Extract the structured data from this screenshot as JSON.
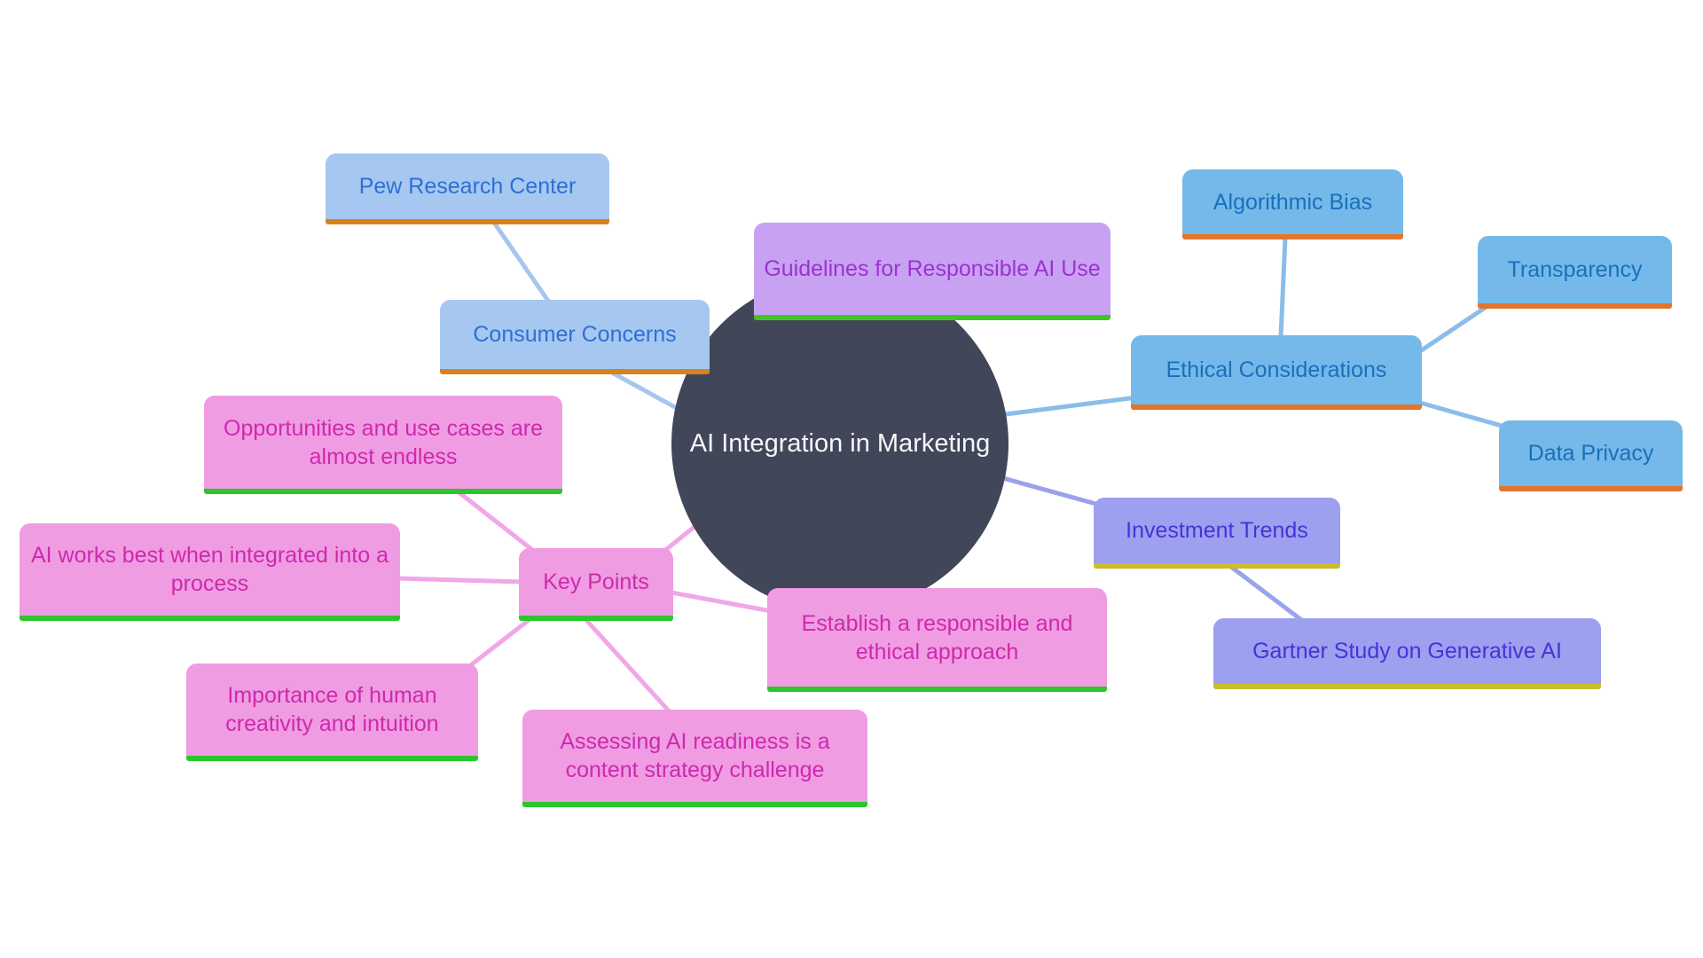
{
  "diagram": {
    "type": "mind-map",
    "center": {
      "label": "AI Integration in Marketing"
    }
  },
  "nodes": {
    "pew": {
      "label": "Pew Research Center",
      "branch": "consumer"
    },
    "consumer": {
      "label": "Consumer Concerns",
      "branch": "consumer"
    },
    "guidelines": {
      "label": "Guidelines for Responsible AI Use",
      "branch": "guide"
    },
    "algorithmic": {
      "label": "Algorithmic Bias",
      "branch": "ethical"
    },
    "transparency": {
      "label": "Transparency",
      "branch": "ethical"
    },
    "ethical": {
      "label": "Ethical Considerations",
      "branch": "ethical"
    },
    "dataprivacy": {
      "label": "Data Privacy",
      "branch": "ethical"
    },
    "investment": {
      "label": "Investment Trends",
      "branch": "invest"
    },
    "gartner": {
      "label": "Gartner Study on Generative AI",
      "branch": "invest"
    },
    "opportunities": {
      "label": "Opportunities and use cases are almost endless",
      "branch": "key"
    },
    "aiworks": {
      "label": "AI works best when integrated into a process",
      "branch": "key"
    },
    "keypoints": {
      "label": "Key Points",
      "branch": "key"
    },
    "importance": {
      "label": "Importance of human creativity and intuition",
      "branch": "key"
    },
    "assessing": {
      "label": "Assessing AI readiness is a content strategy challenge",
      "branch": "key"
    },
    "establish": {
      "label": "Establish a responsible and ethical approach",
      "branch": "key"
    }
  },
  "edges": [
    {
      "from": "pew",
      "to": "consumer"
    },
    {
      "from": "consumer",
      "to": "center"
    },
    {
      "from": "center",
      "to": "ethical"
    },
    {
      "from": "ethical",
      "to": "algorithmic"
    },
    {
      "from": "ethical",
      "to": "transparency"
    },
    {
      "from": "ethical",
      "to": "dataprivacy"
    },
    {
      "from": "center",
      "to": "investment"
    },
    {
      "from": "investment",
      "to": "gartner"
    },
    {
      "from": "center",
      "to": "keypoints"
    },
    {
      "from": "keypoints",
      "to": "opportunities"
    },
    {
      "from": "keypoints",
      "to": "aiworks"
    },
    {
      "from": "keypoints",
      "to": "importance"
    },
    {
      "from": "keypoints",
      "to": "assessing"
    },
    {
      "from": "keypoints",
      "to": "establish"
    }
  ],
  "palette": {
    "center-fill": "#424659",
    "center-text": "#f7f8fb",
    "consumer-fill": "#a6c8f0",
    "consumer-text": "#2e6ed6",
    "consumer-bar": "#d8821d",
    "consumer-edge": "#a6c6ee",
    "ethical-fill": "#74b9ea",
    "ethical-text": "#1a70ba",
    "ethical-bar": "#e2752c",
    "ethical-edge": "#8abde9",
    "invest-fill": "#9ca0ee",
    "invest-text": "#4633d8",
    "invest-bar": "#c9be2b",
    "invest-edge": "#9aa2ec",
    "key-fill": "#f09ce2",
    "key-text": "#ce29ae",
    "key-bar": "#2bc62c",
    "key-edge": "#f1a7e7",
    "guide-fill": "#c9a1f2",
    "guide-text": "#9b33cf",
    "guide-bar": "#3ec722"
  }
}
